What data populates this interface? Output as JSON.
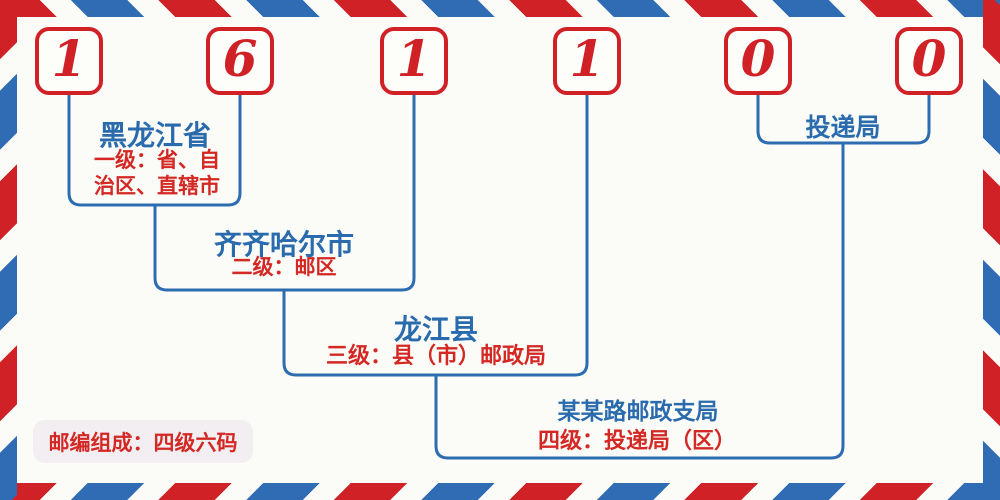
{
  "postal_code": {
    "digits": [
      "1",
      "6",
      "1",
      "1",
      "0",
      "0"
    ]
  },
  "groups": [
    {
      "id": "province",
      "title": "黑龙江省",
      "subtitle_lines": [
        "一级：省、自",
        "治区、直辖市"
      ]
    },
    {
      "id": "postal-district",
      "title": "齐齐哈尔市",
      "subtitle": "二级：邮区"
    },
    {
      "id": "county",
      "title": "龙江县",
      "subtitle": "三级：县（市）邮政局"
    },
    {
      "id": "branch-office",
      "title": "某某路邮政支局",
      "subtitle": "四级：投递局（区）"
    },
    {
      "id": "delivery-office",
      "title": "投递局"
    }
  ],
  "footer_badge": {
    "label": "邮编组成：四级六码"
  },
  "colors": {
    "red": "#d02127",
    "blue_line": "#2c6cb0",
    "blue_text": "#2a6bae",
    "red_text": "#d42824",
    "background": "#fbfbf7",
    "badge_background": "#f2eef2"
  }
}
